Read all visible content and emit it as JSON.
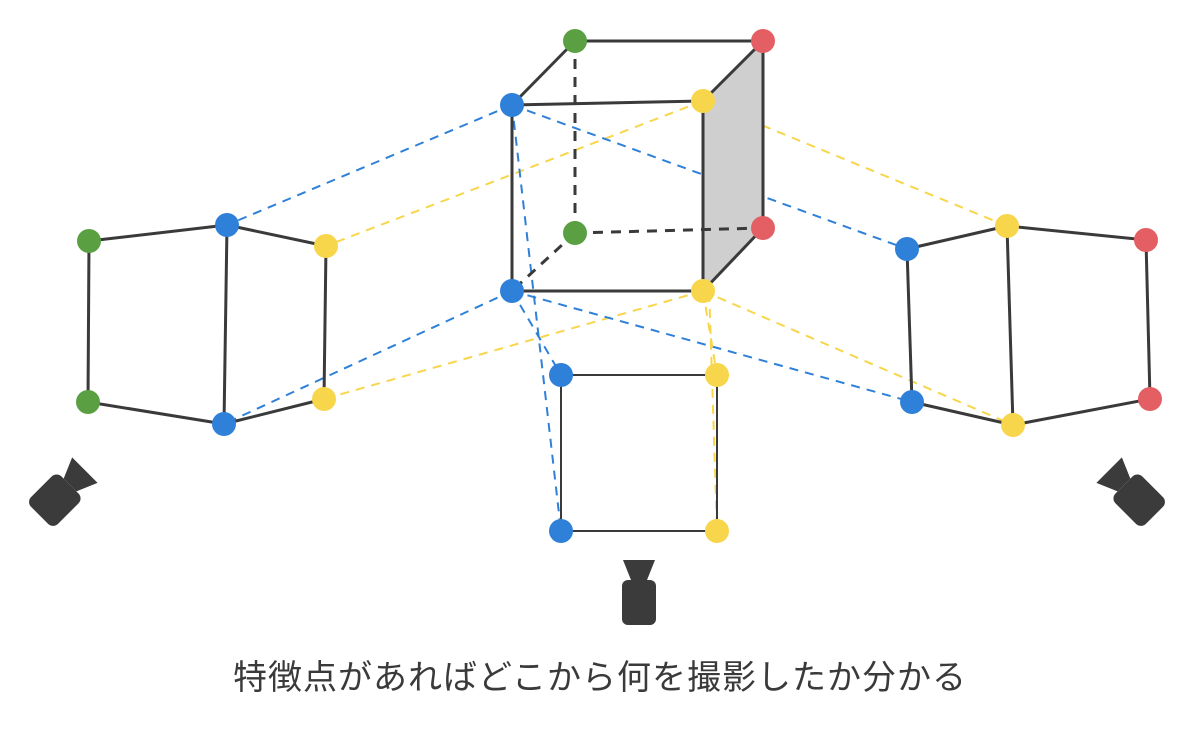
{
  "caption": "特徴点があればどこから何を撮影したか分かる",
  "colors": {
    "edge": "#3a3a3a",
    "blue": "#2f80d8",
    "yellow": "#f8d64b",
    "green": "#5aa043",
    "red": "#e35f63",
    "face_fill": "#cfcfcf",
    "camera": "#3b3b3b"
  },
  "icons": [
    "camera-icon-left",
    "camera-icon-center",
    "camera-icon-right"
  ]
}
